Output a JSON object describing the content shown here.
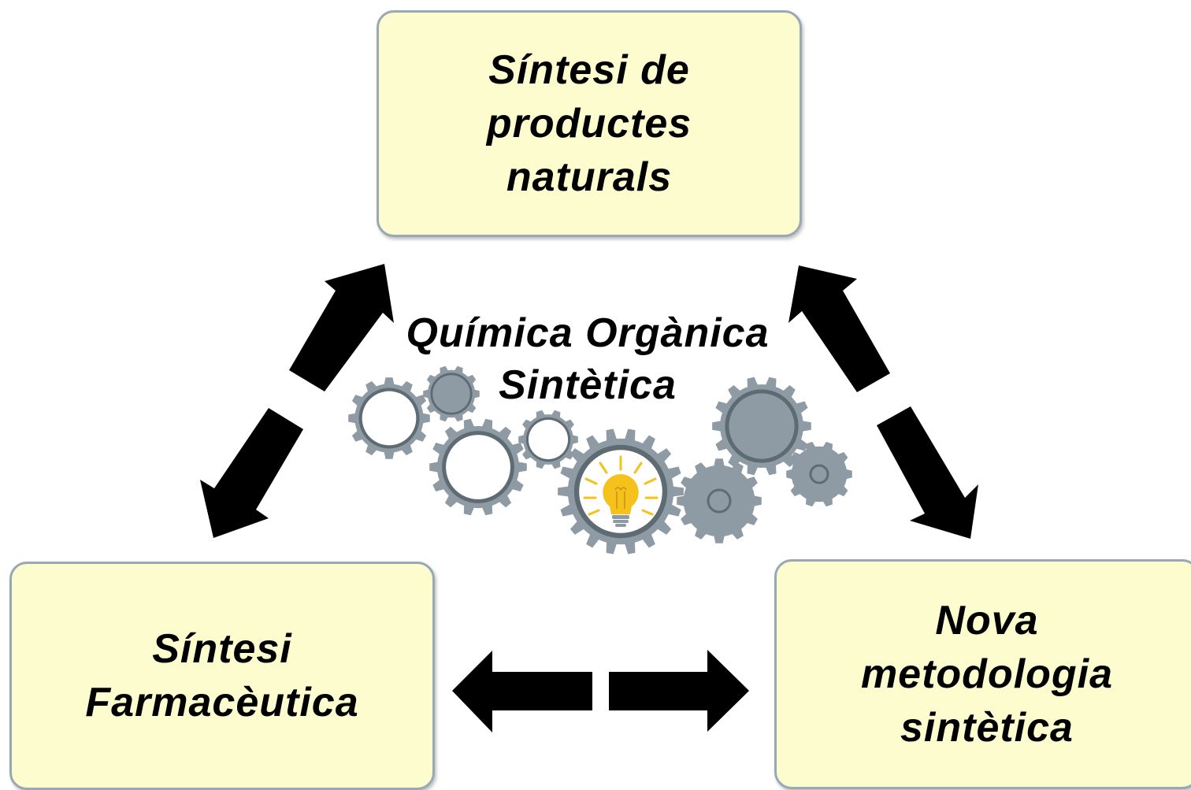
{
  "nodes": {
    "top": {
      "lines": [
        "Síntesi de",
        "productes",
        "naturals"
      ]
    },
    "left": {
      "lines": [
        "Síntesi",
        "Farmacèutica"
      ]
    },
    "right": {
      "lines": [
        "Nova",
        "metodologia",
        "sintètica"
      ]
    }
  },
  "center": {
    "lines": [
      "Química Orgànica",
      "Sintètica"
    ]
  },
  "icons": {
    "gears": "gears-icon",
    "bulb": "lightbulb-icon"
  },
  "colors": {
    "box_fill": "#fdfccf",
    "box_border": "#98a8b5",
    "arrow": "#000000",
    "gear": "#8e9ba5",
    "gear_dark": "#5f6b73",
    "bulb": "#f5c11a"
  }
}
